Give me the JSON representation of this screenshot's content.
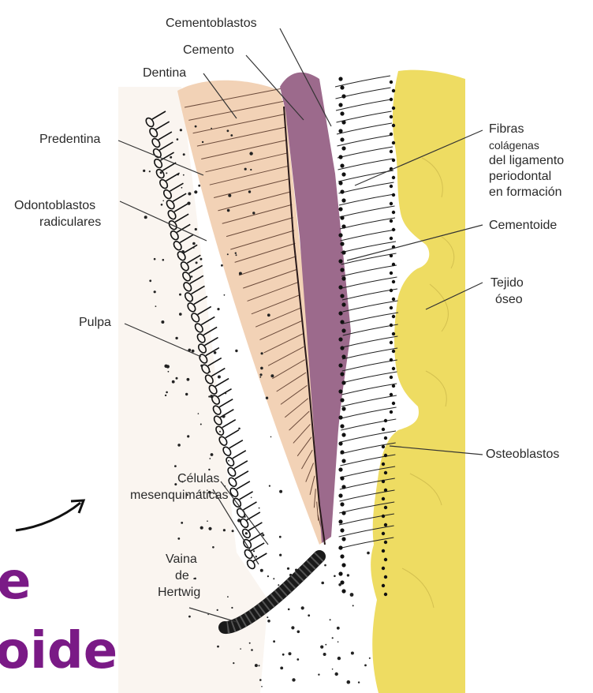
{
  "labels": {
    "cementoblastos": "Cementoblastos",
    "cemento": "Cemento",
    "dentina": "Dentina",
    "predentina": "Predentina",
    "odontoblastos_1": "Odontoblastos",
    "odontoblastos_2": "radiculares",
    "pulpa": "Pulpa",
    "celulas_1": "Células",
    "celulas_2": "mesenquimáticas",
    "vaina_1": "Vaina",
    "vaina_2": "de",
    "vaina_3": "Hertwig",
    "fibras_1": "Fibras",
    "fibras_2": "colágenas",
    "fibras_3": "del ligamento",
    "fibras_4": "periodontal",
    "fibras_5": "en formación",
    "cementoide": "Cementoide",
    "tejido_1": "Tejido",
    "tejido_2": "óseo",
    "osteoblastos": "Osteoblastos"
  },
  "overlay_text": {
    "line1": "e",
    "line2": "oide"
  },
  "colors": {
    "dentin": "#f2d2b6",
    "cementum": "#9c6a8c",
    "bone": "#eedc62",
    "overlay_text": "#7a1a86",
    "ink": "#1a1a1a"
  }
}
